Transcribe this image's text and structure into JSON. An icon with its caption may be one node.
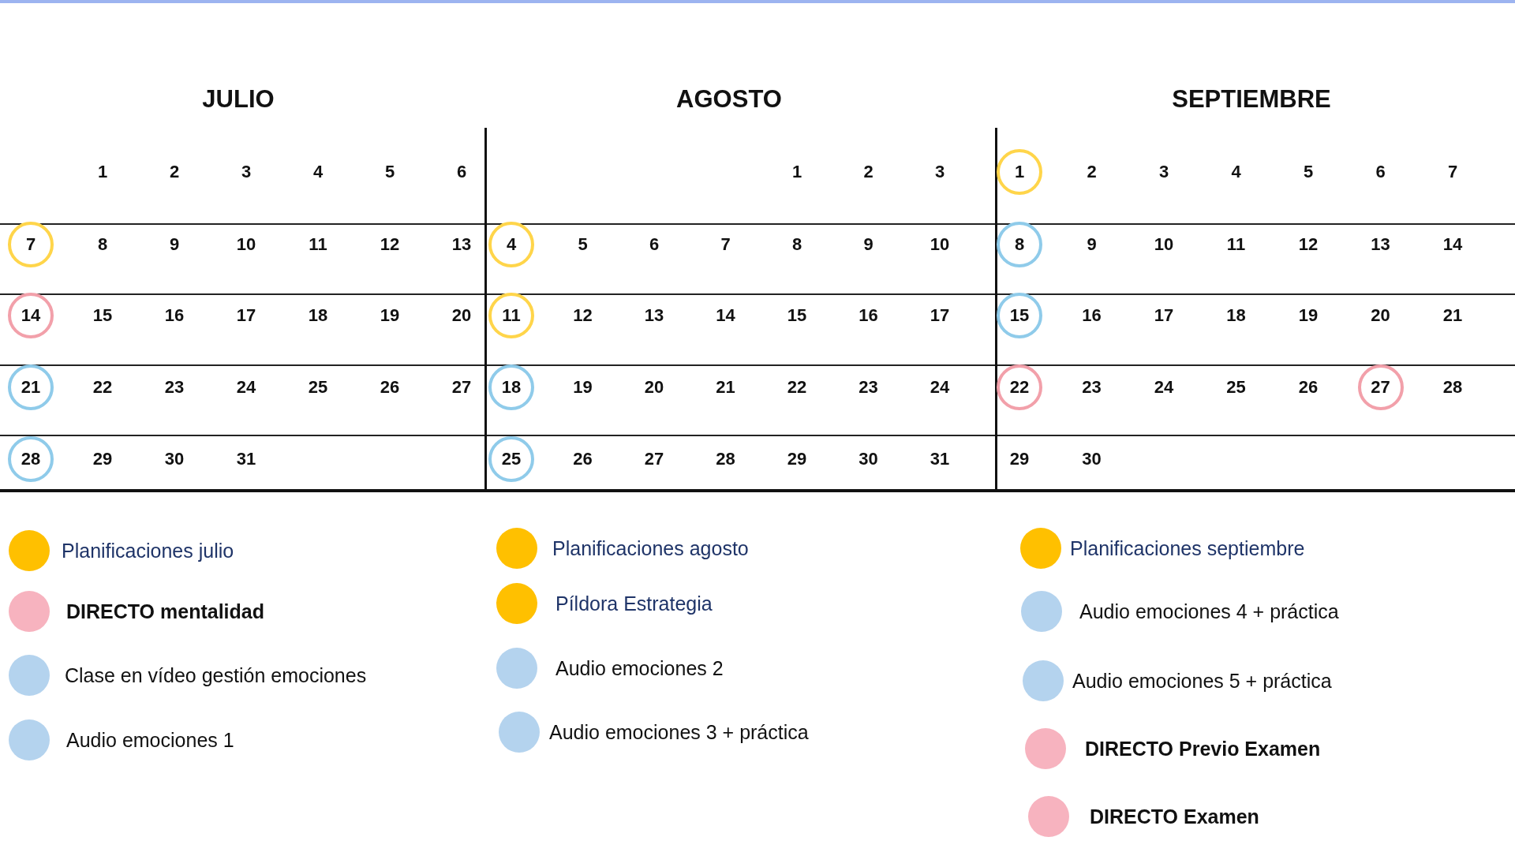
{
  "diagram": {
    "nodes": [
      {
        "text": [
          "7"
        ]
      },
      {
        "text": [
          "14"
        ]
      },
      {
        "text": [
          "21"
        ]
      },
      {
        "text": [
          "28"
        ]
      },
      {
        "text": [
          "4"
        ]
      },
      {
        "text": [
          "11"
        ]
      },
      {
        "text": [
          "18"
        ]
      },
      {
        "text": [
          "25"
        ]
      },
      {
        "text": [
          "1"
        ]
      },
      {
        "text": [
          "8"
        ]
      },
      {
        "text": [
          "15"
        ]
      },
      {
        "text": [
          "22"
        ]
      },
      {
        "text": [
          "27"
        ]
      }
    ],
    "labels": [
      "JULIO",
      "AGOSTO",
      "SEPTIEMBRE",
      "1",
      "2",
      "3",
      "4",
      "5",
      "6",
      "8",
      "9",
      "10",
      "11",
      "12",
      "13",
      "15",
      "16",
      "17",
      "18",
      "19",
      "20",
      "22",
      "23",
      "24",
      "25",
      "26",
      "27",
      "29",
      "30",
      "31",
      "1",
      "2",
      "3",
      "5",
      "6",
      "7",
      "8",
      "9",
      "10",
      "12",
      "13",
      "14",
      "15",
      "16",
      "17",
      "19",
      "20",
      "21",
      "22",
      "23",
      "24",
      "26",
      "27",
      "28",
      "29",
      "30",
      "31",
      "2",
      "3",
      "4",
      "5",
      "6",
      "7",
      "9",
      "10",
      "11",
      "12",
      "13",
      "14",
      "16",
      "17",
      "18",
      "19",
      "20",
      "21",
      "23",
      "24",
      "25",
      "26",
      "28",
      "29",
      "30"
    ],
    "legend": [
      {
        "text": "Planificaciones julio",
        "color": "#ffc000"
      },
      {
        "text": "DIRECTO mentalidad",
        "color": "#f7b3bf"
      },
      {
        "text": "Clase en vídeo gestión emociones",
        "color": "#b4d3ee"
      },
      {
        "text": "Audio emociones 1",
        "color": "#b4d3ee"
      },
      {
        "text": "Planificaciones agosto",
        "color": "#ffc000"
      },
      {
        "text": "Píldora Estrategia",
        "color": "#ffc000"
      },
      {
        "text": "Audio emociones 2",
        "color": "#b4d3ee"
      },
      {
        "text": "Audio emociones 3 + práctica",
        "color": "#b4d3ee"
      },
      {
        "text": "Planificaciones septiembre",
        "color": "#ffc000"
      },
      {
        "text": "Audio emociones 4 + práctica",
        "color": "#b4d3ee"
      },
      {
        "text": "Audio emociones 5 + práctica",
        "color": "#b4d3ee"
      },
      {
        "text": "DIRECTO Previo Examen",
        "color": "#f7b3bf"
      },
      {
        "text": "DIRECTO Examen",
        "color": "#f7b3bf"
      }
    ]
  }
}
